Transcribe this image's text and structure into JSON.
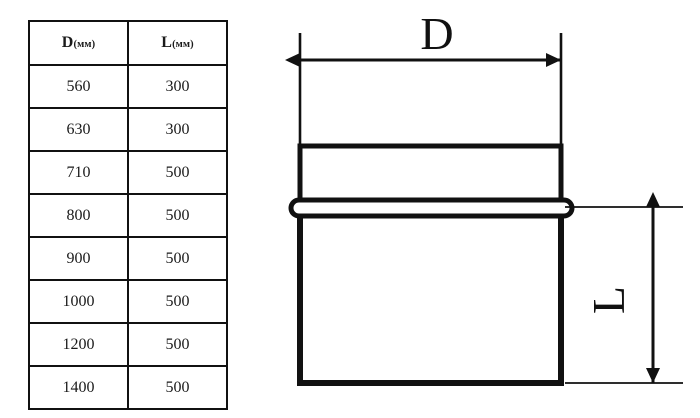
{
  "table": {
    "headers": [
      {
        "symbol": "D",
        "unit": "(мм)"
      },
      {
        "symbol": "L",
        "unit": "(мм)"
      }
    ],
    "rows": [
      {
        "d": "560",
        "l": "300"
      },
      {
        "d": "630",
        "l": "300"
      },
      {
        "d": "710",
        "l": "500"
      },
      {
        "d": "800",
        "l": "500"
      },
      {
        "d": "900",
        "l": "500"
      },
      {
        "d": "1000",
        "l": "500"
      },
      {
        "d": "1200",
        "l": "500"
      },
      {
        "d": "1400",
        "l": "500"
      }
    ]
  },
  "drawing": {
    "dimension_labels": {
      "diameter": "D",
      "length": "L"
    },
    "colors": {
      "line": "#111111",
      "background": "#ffffff"
    }
  }
}
